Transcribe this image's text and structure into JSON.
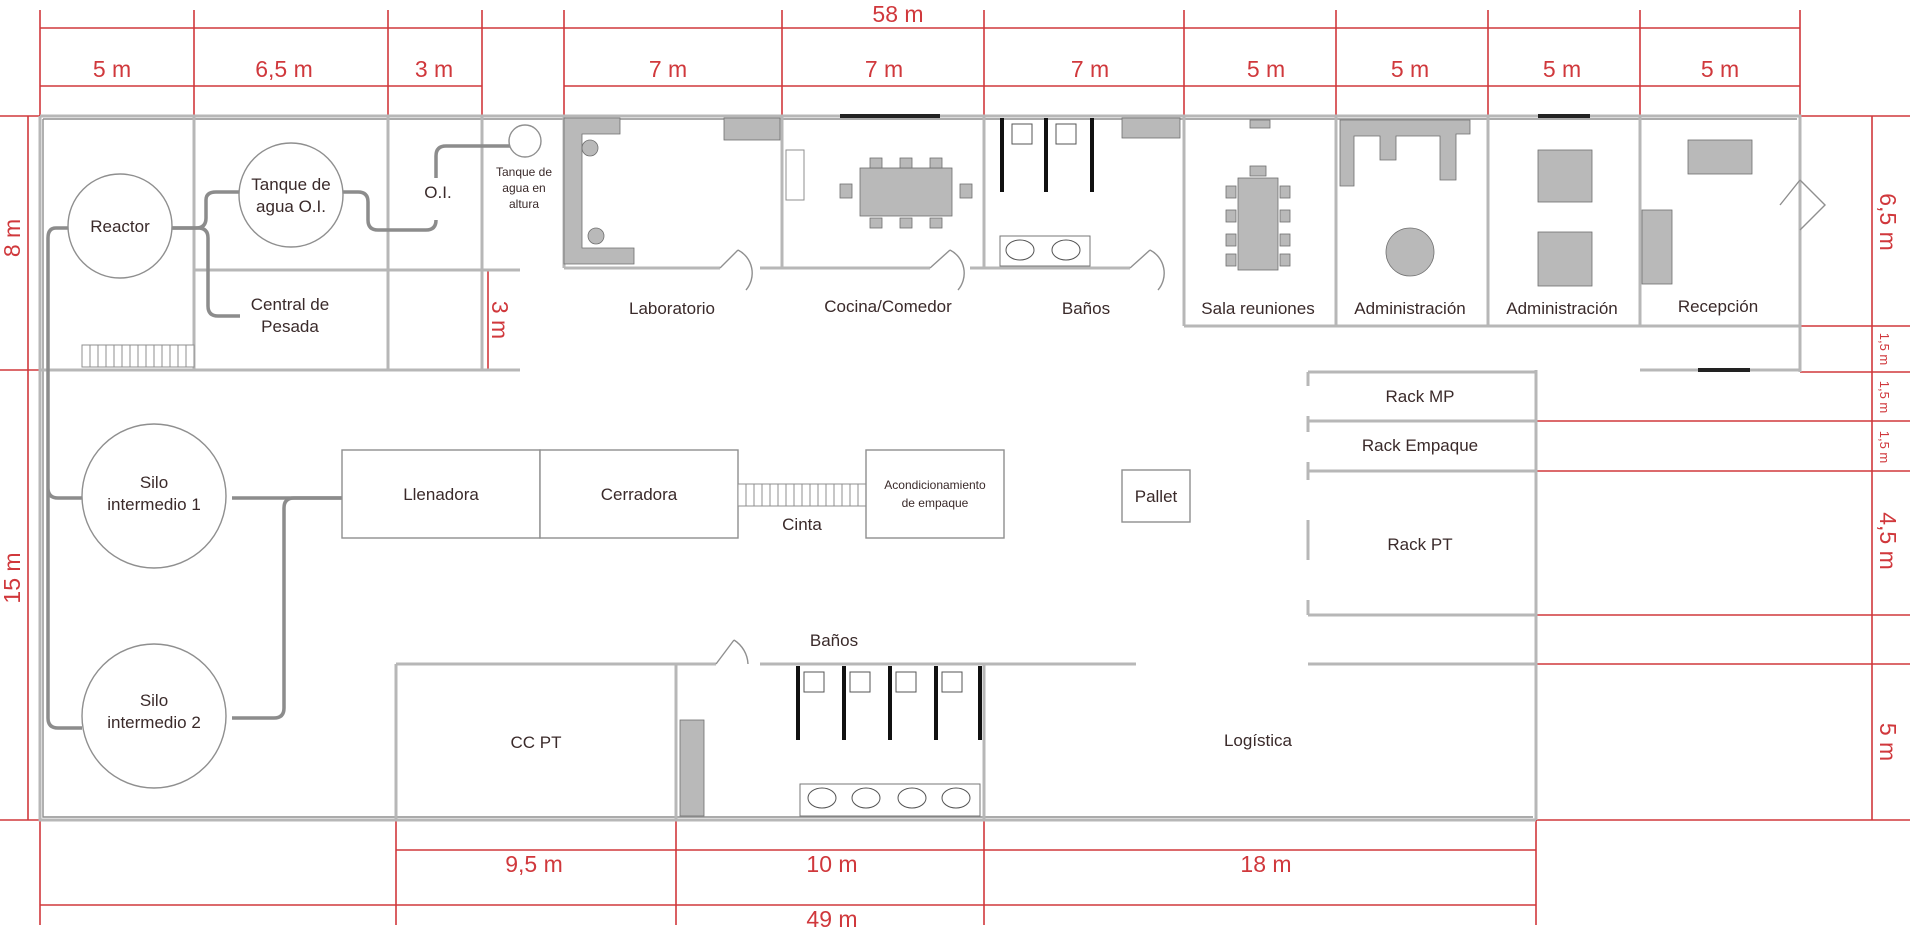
{
  "dimensions": {
    "top_total": "58 m",
    "top_segments": [
      "5 m",
      "6,5 m",
      "3 m",
      "7 m",
      "7 m",
      "7 m",
      "5 m",
      "5 m",
      "5 m",
      "5 m"
    ],
    "left_upper": "8 m",
    "left_lower": "15 m",
    "inner_small": "3 m",
    "right": [
      "6,5 m",
      "1,5 m",
      "1,5 m",
      "1,5 m",
      "4,5 m",
      "5 m"
    ],
    "bottom_segments": [
      "9,5 m",
      "10 m",
      "18 m"
    ],
    "bottom_total": "49 m"
  },
  "rooms": {
    "reactor": "Reactor",
    "tanque_oi": [
      "Tanque de",
      "agua O.I."
    ],
    "oi": "O.I.",
    "tanque_altura": [
      "Tanque de",
      "agua en",
      "altura"
    ],
    "central_pesada": [
      "Central de",
      "Pesada"
    ],
    "laboratorio": "Laboratorio",
    "cocina": "Cocina/Comedor",
    "banos_top": "Baños",
    "sala_reuniones": "Sala reuniones",
    "admin1": "Administración",
    "admin2": "Administración",
    "recepcion": "Recepción",
    "silo1": [
      "Silo",
      "intermedio 1"
    ],
    "silo2": [
      "Silo",
      "intermedio 2"
    ],
    "llenadora": "Llenadora",
    "cerradora": "Cerradora",
    "cinta": "Cinta",
    "acondicionamiento": [
      "Acondicionamiento",
      "de empaque"
    ],
    "pallet": "Pallet",
    "rack_mp": "Rack MP",
    "rack_empaque": "Rack Empaque",
    "rack_pt": "Rack PT",
    "banos_bottom": "Baños",
    "cc_pt": "CC PT",
    "logistica": "Logística"
  },
  "colors": {
    "dimension": "#d0383c",
    "wall": "#b7b7b7",
    "pipe": "#8c8c8c",
    "text": "#3a2a2a"
  }
}
